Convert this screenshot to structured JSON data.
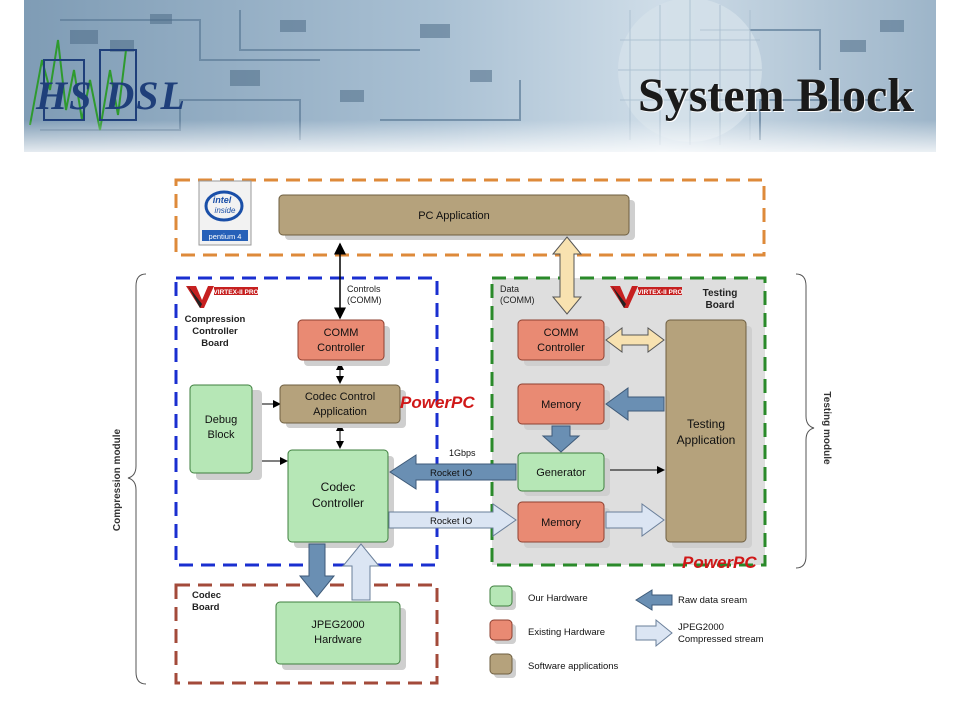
{
  "slide": {
    "title": "System Block",
    "logo_text": "HS DSL"
  },
  "badges": {
    "intel": [
      "intel",
      "inside",
      "pentium 4"
    ],
    "virtex": "VIRTEX-II PRO",
    "powerpc": "PowerPC"
  },
  "regions": {
    "compression_board": [
      "Compression",
      "Controller",
      "Board"
    ],
    "testing_board": [
      "Testing",
      "Board"
    ],
    "codec_board": [
      "Codec",
      "Board"
    ],
    "compression_module": "Compression module",
    "testing_module": "Testing module"
  },
  "blocks": {
    "pc_application": "PC Application",
    "comm_left": [
      "COMM",
      "Controller"
    ],
    "codec_control": [
      "Codec Control",
      "Application"
    ],
    "debug": [
      "Debug",
      "Block"
    ],
    "codec_controller": [
      "Codec",
      "Controller"
    ],
    "jpeg": [
      "JPEG2000",
      "Hardware"
    ],
    "comm_right": [
      "COMM",
      "Controller"
    ],
    "memory_top": "Memory",
    "generator": "Generator",
    "memory_bottom": "Memory",
    "testing_app": [
      "Testing",
      "Application"
    ]
  },
  "labels": {
    "controls": [
      "Controls",
      "(COMM)"
    ],
    "data": [
      "Data",
      "(COMM)"
    ],
    "gbps": "1Gbps",
    "rocket_top": "Rocket IO",
    "rocket_bottom": "Rocket IO"
  },
  "legend": {
    "our_hw": "Our Hardware",
    "existing_hw": "Existing Hardware",
    "software": "Software applications",
    "raw": "Raw data sream",
    "compressed": [
      "JPEG2000",
      "Compressed stream"
    ]
  },
  "colors": {
    "green_block": "#b6e7b6",
    "red_block": "#e98a73",
    "brown_block": "#b5a27c",
    "orange_dash": "#de8a3a",
    "blue_dash": "#1a2fd0",
    "green_dash": "#2a8a2a",
    "red_dash": "#a34a3a",
    "raw_arrow": "#6a8fb3",
    "compressed_arrow": "#dbe5f3",
    "comm_arrow": "#f8e2b0"
  }
}
